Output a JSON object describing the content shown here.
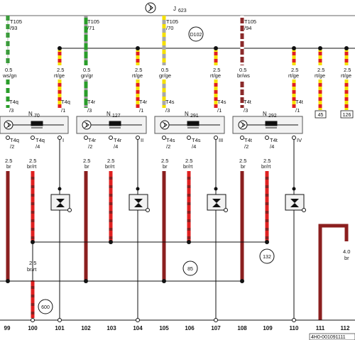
{
  "header": {
    "relay_label": "J",
    "relay_sub": "623",
    "ground_icon": "ground-symbol-icon"
  },
  "top_connectors": [
    {
      "id": "T105",
      "pin": "/93"
    },
    {
      "id": "T105",
      "pin": "/71"
    },
    {
      "id": "T105",
      "pin": "/70"
    },
    {
      "id": "T105",
      "pin": "/94"
    }
  ],
  "bus_circle": "D102",
  "wires": [
    {
      "size": "0.5",
      "color": "ws/gn"
    },
    {
      "size": "2.5",
      "color": "rt/ge"
    },
    {
      "size": "0.5",
      "color": "gn/gr"
    },
    {
      "size": "2.5",
      "color": "rt/ge"
    },
    {
      "size": "0.5",
      "color": "gr/ge"
    },
    {
      "size": "2.5",
      "color": "rt/ge"
    },
    {
      "size": "0.5",
      "color": "br/ws"
    },
    {
      "size": "2.5",
      "color": "rt/ge"
    },
    {
      "size": "2.5",
      "color": "rt/ge"
    },
    {
      "size": "2.5",
      "color": "rt/ge"
    }
  ],
  "ref_boxes": [
    "45",
    "126"
  ],
  "components": [
    {
      "name": "N",
      "sub": "70",
      "tl": "T4q",
      "tl_pin": "/3",
      "tr": "T4q",
      "tr_pin": "/1",
      "bl": "T4q",
      "bl_pin": "/2",
      "bm": "T4q",
      "bm_pin": "/4",
      "roman": "I"
    },
    {
      "name": "N",
      "sub": "127",
      "tl": "T4r",
      "tl_pin": "/3",
      "tr": "T4r",
      "tr_pin": "/1",
      "bl": "T4r",
      "bl_pin": "/2",
      "bm": "T4r",
      "bm_pin": "/4",
      "roman": "II"
    },
    {
      "name": "N",
      "sub": "291",
      "tl": "T4s",
      "tl_pin": "/3",
      "tr": "T4s",
      "tr_pin": "/1",
      "bl": "T4s",
      "bl_pin": "/2",
      "bm": "T4s",
      "bm_pin": "/4",
      "roman": "III"
    },
    {
      "name": "N",
      "sub": "292",
      "tl": "T4t",
      "tl_pin": "/3",
      "tr": "T4t",
      "tr_pin": "/1",
      "bl": "T4t",
      "bl_pin": "/2",
      "bm": "T4t",
      "bm_pin": "/4",
      "roman": "IV"
    }
  ],
  "lower_wires": [
    {
      "size": "2.5",
      "color": "br"
    },
    {
      "size": "2.5",
      "color": "br/rt"
    },
    {
      "size": "2.5",
      "color": "br"
    },
    {
      "size": "2.5",
      "color": "br/rt"
    },
    {
      "size": "2.5",
      "color": "br"
    },
    {
      "size": "2.5",
      "color": "br/rt"
    },
    {
      "size": "2.5",
      "color": "br"
    },
    {
      "size": "2.5",
      "color": "br/rt"
    }
  ],
  "mid_wire": {
    "size": "2.5",
    "color": "br/rt"
  },
  "right_wire": {
    "size": "4.0",
    "color": "br"
  },
  "circles": {
    "c132": "132",
    "c85": "85",
    "c600": "600"
  },
  "columns": [
    "99",
    "100",
    "101",
    "102",
    "103",
    "104",
    "105",
    "106",
    "107",
    "108",
    "109",
    "110",
    "111",
    "112"
  ],
  "doc_ref": "4H0-001091111"
}
